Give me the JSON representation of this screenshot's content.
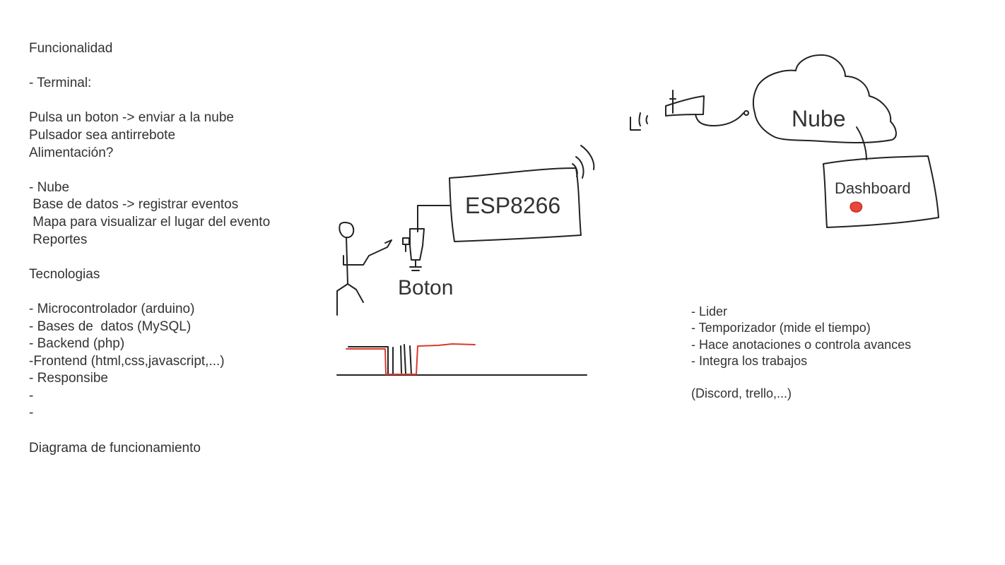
{
  "notes_left": [
    "Funcionalidad",
    "",
    "- Terminal:",
    "",
    "Pulsa un boton -> enviar a la nube",
    "Pulsador sea antirrebote",
    "Alimentación?",
    "",
    "- Nube",
    " Base de datos -> registrar eventos",
    " Mapa para visualizar el lugar del evento",
    " Reportes",
    "",
    "Tecnologias",
    "",
    "- Microcontrolador (arduino)",
    "- Bases de  datos (MySQL)",
    "- Backend (php)",
    "-Frontend (html,css,javascript,...)",
    "- Responsibe",
    "-",
    "-",
    "",
    "Diagrama de funcionamiento"
  ],
  "notes_right": [
    "- Lider",
    "- Temporizador (mide el tiempo)",
    "- Hace anotaciones o controla avances",
    "- Integra los trabajos",
    "",
    "(Discord, trello,...)"
  ],
  "diagram": {
    "device_label": "ESP8266",
    "button_label": "Boton",
    "cloud_label": "Nube",
    "dashboard_label": "Dashboard"
  },
  "colors": {
    "ink": "#222222",
    "text": "#333333",
    "signal_red": "#d83a2c"
  }
}
